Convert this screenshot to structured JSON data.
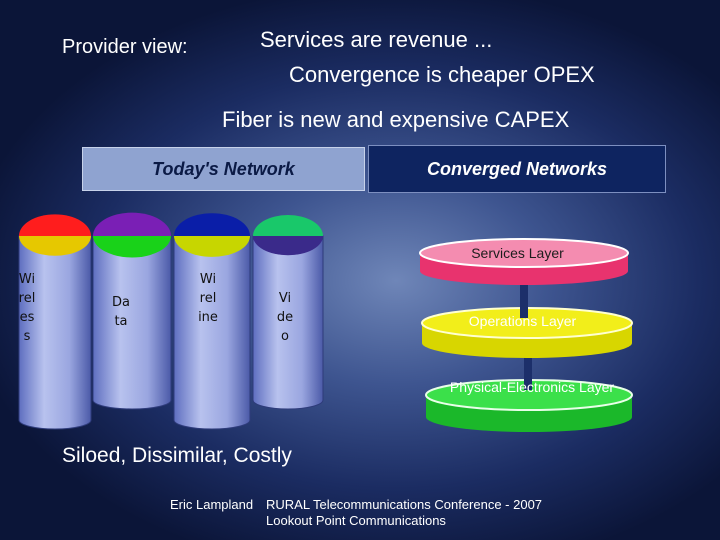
{
  "header": {
    "provider_view": "Provider view:",
    "services_revenue": "Services are revenue ...",
    "convergence": "Convergence is cheaper OPEX",
    "fiber": "Fiber is new and expensive CAPEX"
  },
  "today_network": {
    "label": "Today's Network"
  },
  "converged_networks": {
    "label": "Converged Networks"
  },
  "silos": [
    {
      "label": "Wireless",
      "top_colors": [
        "#ff1d1d",
        "#e6c800"
      ]
    },
    {
      "label": "Data",
      "top_colors": [
        "#7a1fb5",
        "#19d219"
      ]
    },
    {
      "label": "Wireline",
      "top_colors": [
        "#0a1ea8",
        "#c7d600"
      ]
    },
    {
      "label": "Video",
      "top_colors": [
        "#19c86a",
        "#3a2a8a"
      ]
    }
  ],
  "layers": {
    "services": "Services Layer",
    "operations": "Operations Layer",
    "physical": "Physical-Electronics Layer"
  },
  "caption": "Siloed, Dissimilar, Costly",
  "credits": {
    "author": "Eric Lampland",
    "conference": "RURAL Telecommunications Conference - 2007",
    "organization": "Lookout Point Communications"
  }
}
